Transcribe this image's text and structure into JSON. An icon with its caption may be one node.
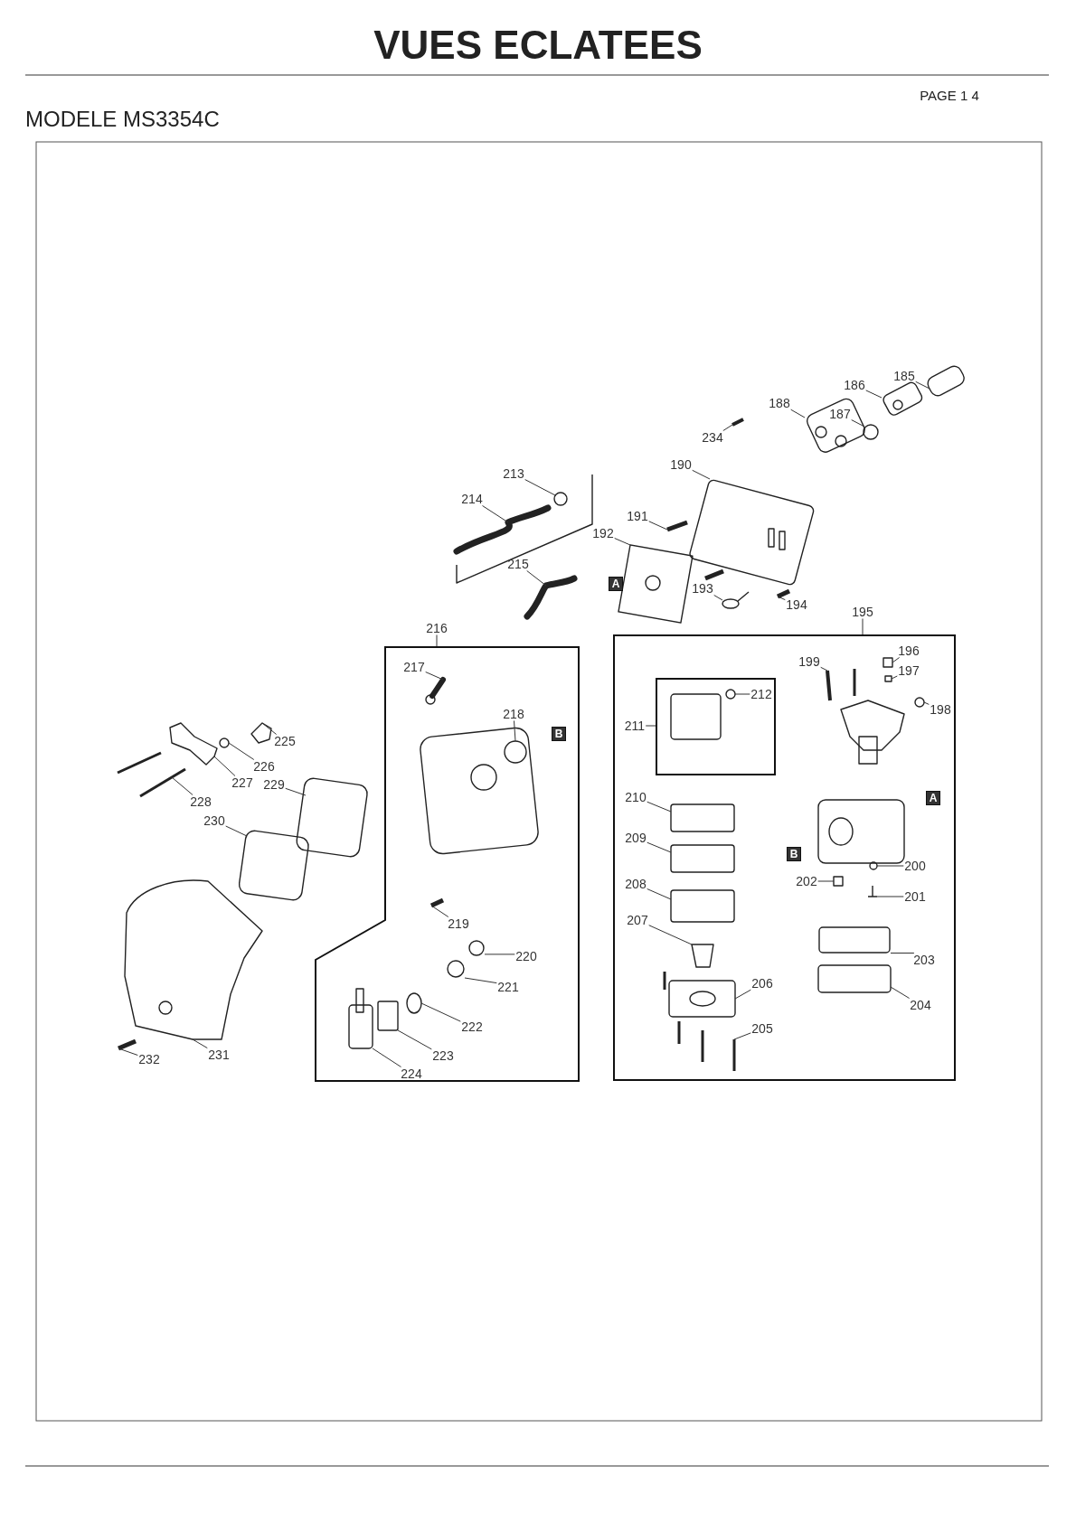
{
  "diagram": {
    "title": "VUES ECLATEES",
    "nodes": [
      {
        "text": [
          "185"
        ]
      },
      {
        "text": [
          "186"
        ]
      },
      {
        "text": [
          "188"
        ]
      },
      {
        "text": [
          "187"
        ]
      },
      {
        "text": [
          "234"
        ]
      },
      {
        "text": [
          "190"
        ]
      },
      {
        "text": [
          "213"
        ]
      },
      {
        "text": [
          "214"
        ]
      },
      {
        "text": [
          "191"
        ]
      },
      {
        "text": [
          "192"
        ]
      },
      {
        "text": [
          "215"
        ]
      },
      {
        "text": [
          "193"
        ]
      },
      {
        "text": [
          "194"
        ]
      },
      {
        "text": [
          "195"
        ]
      },
      {
        "text": [],
        "shape": "box"
      },
      {
        "text": [
          "216"
        ]
      },
      {
        "text": [],
        "shape": "box"
      },
      {
        "text": [
          "217"
        ],
        "in": 16
      },
      {
        "text": [
          "196"
        ],
        "in": 14
      },
      {
        "text": [
          "199"
        ],
        "in": 14
      },
      {
        "text": [
          "197"
        ],
        "in": 14
      },
      {
        "text": [
          "211"
        ],
        "in": 14
      },
      {
        "text": [],
        "shape": "box",
        "in": 14
      },
      {
        "text": [
          "212"
        ],
        "in": 22
      },
      {
        "text": [
          "198"
        ],
        "in": 14
      },
      {
        "text": [
          "225"
        ]
      },
      {
        "text": [
          "218"
        ],
        "in": 16
      },
      {
        "text": [
          "226"
        ]
      },
      {
        "text": [
          "227"
        ]
      },
      {
        "text": [
          "228"
        ]
      },
      {
        "text": [
          "229"
        ]
      },
      {
        "text": [
          "210"
        ],
        "in": 14
      },
      {
        "text": [
          "209"
        ],
        "in": 14
      },
      {
        "text": [
          "230"
        ]
      },
      {
        "text": [
          "208"
        ],
        "in": 14
      },
      {
        "text": [
          "202"
        ],
        "in": 14
      },
      {
        "text": [
          "200"
        ],
        "in": 14
      },
      {
        "text": [
          "201"
        ],
        "in": 14
      },
      {
        "text": [
          "219"
        ],
        "in": 16
      },
      {
        "text": [
          "207"
        ],
        "in": 14
      },
      {
        "text": [
          "203"
        ],
        "in": 14
      },
      {
        "text": [
          "220"
        ],
        "in": 16
      },
      {
        "text": [
          "221"
        ],
        "in": 16
      },
      {
        "text": [
          "206"
        ],
        "in": 14
      },
      {
        "text": [
          "204"
        ],
        "in": 14
      },
      {
        "text": [
          "222"
        ],
        "in": 16
      },
      {
        "text": [
          "205"
        ],
        "in": 14
      },
      {
        "text": [
          "223"
        ],
        "in": 16
      },
      {
        "text": [
          "224"
        ],
        "in": 16
      },
      {
        "text": [
          "231"
        ]
      },
      {
        "text": [
          "232"
        ]
      },
      {
        "text": [],
        "shape": "circle",
        "in": 16
      },
      {
        "text": [],
        "shape": "circle",
        "in": 16
      },
      {
        "text": [],
        "shape": "box",
        "in": 14
      }
    ],
    "edges": [
      {
        "from": 0,
        "to": null,
        "arrow": "none"
      },
      {
        "from": 1,
        "to": null,
        "arrow": "none"
      },
      {
        "from": 2,
        "to": null,
        "arrow": "none"
      },
      {
        "from": 3,
        "to": null,
        "arrow": "none"
      },
      {
        "from": 4,
        "to": null,
        "arrow": "none"
      },
      {
        "from": 5,
        "to": null,
        "arrow": "none"
      },
      {
        "from": 6,
        "to": null,
        "arrow": "none"
      },
      {
        "from": 7,
        "to": null,
        "arrow": "none"
      },
      {
        "from": 8,
        "to": null,
        "arrow": "none"
      },
      {
        "from": 9,
        "to": null,
        "arrow": "none"
      },
      {
        "from": 10,
        "to": null,
        "arrow": "none"
      },
      {
        "from": 11,
        "to": null,
        "arrow": "none"
      },
      {
        "from": 12,
        "to": null,
        "arrow": "none"
      },
      {
        "from": 13,
        "to": 14,
        "arrow": "none"
      },
      {
        "from": 15,
        "to": 16,
        "arrow": "none"
      },
      {
        "from": 17,
        "to": null,
        "arrow": "none"
      },
      {
        "from": 18,
        "to": null,
        "arrow": "none"
      },
      {
        "from": 19,
        "to": null,
        "arrow": "none"
      },
      {
        "from": 20,
        "to": null,
        "arrow": "none"
      },
      {
        "from": 21,
        "to": 22,
        "arrow": "none"
      },
      {
        "from": 23,
        "to": null,
        "arrow": "none"
      },
      {
        "from": 24,
        "to": null,
        "arrow": "none"
      },
      {
        "from": 25,
        "to": null,
        "arrow": "none"
      },
      {
        "from": 26,
        "to": null,
        "arrow": "none"
      },
      {
        "from": 27,
        "to": null,
        "arrow": "none"
      },
      {
        "from": 28,
        "to": null,
        "arrow": "none"
      },
      {
        "from": 29,
        "to": null,
        "arrow": "none"
      },
      {
        "from": 30,
        "to": null,
        "arrow": "none"
      },
      {
        "from": 31,
        "to": null,
        "arrow": "none"
      },
      {
        "from": 32,
        "to": null,
        "arrow": "none"
      },
      {
        "from": 33,
        "to": null,
        "arrow": "none"
      },
      {
        "from": 34,
        "to": null,
        "arrow": "none"
      },
      {
        "from": 35,
        "to": null,
        "arrow": "none"
      },
      {
        "from": 36,
        "to": null,
        "arrow": "none"
      },
      {
        "from": 37,
        "to": null,
        "arrow": "none"
      },
      {
        "from": 38,
        "to": null,
        "arrow": "none"
      },
      {
        "from": 39,
        "to": null,
        "arrow": "none"
      },
      {
        "from": 40,
        "to": 53,
        "arrow": "none"
      },
      {
        "from": 41,
        "to": 51,
        "arrow": "none"
      },
      {
        "from": 42,
        "to": 52,
        "arrow": "none"
      },
      {
        "from": 43,
        "to": null,
        "arrow": "none"
      },
      {
        "from": 44,
        "to": null,
        "arrow": "none"
      },
      {
        "from": 45,
        "to": null,
        "arrow": "none"
      },
      {
        "from": 46,
        "to": null,
        "arrow": "none"
      },
      {
        "from": 47,
        "to": null,
        "arrow": "none"
      },
      {
        "from": 48,
        "to": null,
        "arrow": "none"
      },
      {
        "from": 49,
        "to": null,
        "arrow": "none"
      },
      {
        "from": 50,
        "to": null,
        "arrow": "none"
      }
    ],
    "labels": [
      "MODELE MS3354C",
      "PAGE 1 4",
      "A",
      "B",
      "A",
      "B"
    ]
  }
}
